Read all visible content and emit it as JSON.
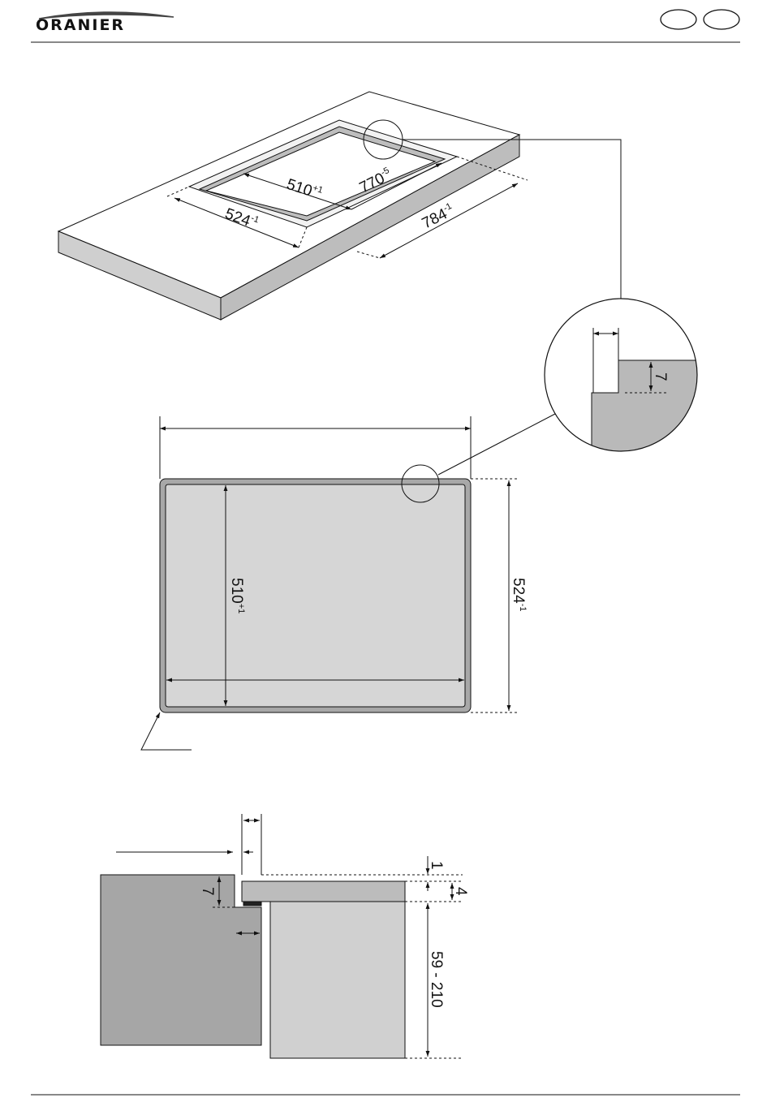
{
  "header": {
    "brand": "ORANIER",
    "badges": [
      "",
      ""
    ]
  },
  "iso_view": {
    "dim_depth": "510",
    "dim_depth_tol": "+1",
    "dim_width": "770",
    "dim_width_tol": "-5",
    "dim_outer_depth": "524",
    "dim_outer_depth_tol": "-1",
    "dim_outer_width": "784",
    "dim_outer_width_tol": "-1"
  },
  "detail_view": {
    "dim_step": "7"
  },
  "top_view": {
    "dim_inner": "510",
    "dim_inner_tol": "+1",
    "dim_outer": "524",
    "dim_outer_tol": "-1"
  },
  "section_view": {
    "dim_gap": "1",
    "dim_thickness": "4",
    "dim_height": "59 - 210",
    "dim_step": "7"
  },
  "colors": {
    "line": "#111111",
    "counter_top": "#ffffff",
    "counter_side": "#cfcfcf",
    "detail_fill": "#b9b9b9",
    "hob_fill": "#d6d6d6",
    "hob_rim": "#a8a8a8",
    "section_counter": "#a6a6a6",
    "section_unit": "#d0d0d0",
    "section_glass": "#bcbcbc"
  }
}
